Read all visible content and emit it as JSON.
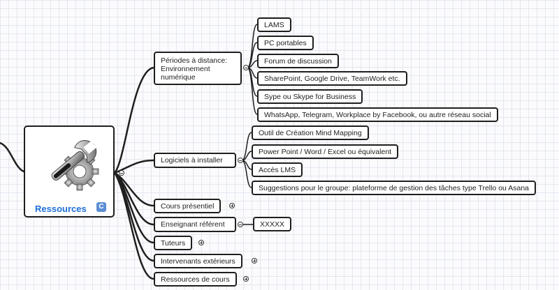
{
  "root": {
    "label": "Ressources",
    "badge": "C",
    "icon": "wrench-gear-icon"
  },
  "branches": {
    "periodes": {
      "label": "Périodes à distance: Environnement numérique",
      "children": [
        "LAMS",
        "PC portables",
        "Forum de discussion",
        "SharePoint, Google Drive, TeamWork etc.",
        "Sype ou Skype for Business",
        "WhatsApp, Telegram, Workplace by Facebook, ou autre réseau social"
      ]
    },
    "logiciels": {
      "label": "Logiciels à installer",
      "children": [
        "Outil de Création Mind Mapping",
        "Power Point / Word / Excel ou équivalent",
        "Accès LMS",
        "Suggestions pour le groupe: plateforme de gestion des tâches type Trello ou Asana"
      ]
    },
    "cours_presentiel": {
      "label": "Cours présentiel"
    },
    "enseignant": {
      "label": "Enseignant référent",
      "children": [
        "XXXXX"
      ]
    },
    "tuteurs": {
      "label": "Tuteurs"
    },
    "intervenants": {
      "label": "Intervenants extérieurs"
    },
    "ressources_cours": {
      "label": "Ressources de cours"
    }
  },
  "colors": {
    "line": "#1e1e1e",
    "root_label": "#1d6fd8",
    "badge": "#5b8fd6"
  }
}
